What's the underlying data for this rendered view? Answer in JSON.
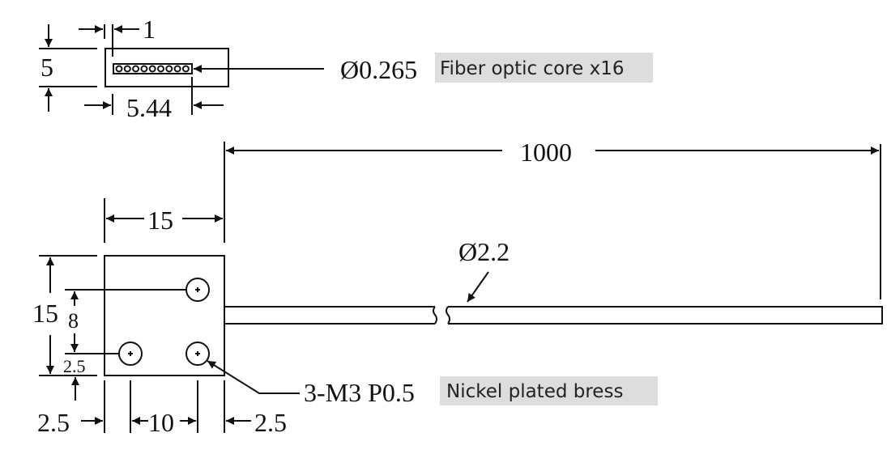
{
  "cross_section": {
    "pitch_label": "1",
    "height_label": "5",
    "width_label": "5.44",
    "core_diameter_label": "Ø0.265",
    "core_note": "Fiber optic core x16"
  },
  "side_view": {
    "length_label": "1000",
    "block_width_label": "15",
    "block_height_label": "15",
    "cable_diameter_label": "Ø2.2",
    "hole_vertical_spacing_label": "8",
    "hole_bottom_offset_label": "2.5",
    "hole_left_offset_label": "2.5",
    "hole_horizontal_spacing_label": "10",
    "hole_right_offset_label": "2.5",
    "thread_label": "3-M3 P0.5",
    "material_note": "Nickel plated bress"
  }
}
